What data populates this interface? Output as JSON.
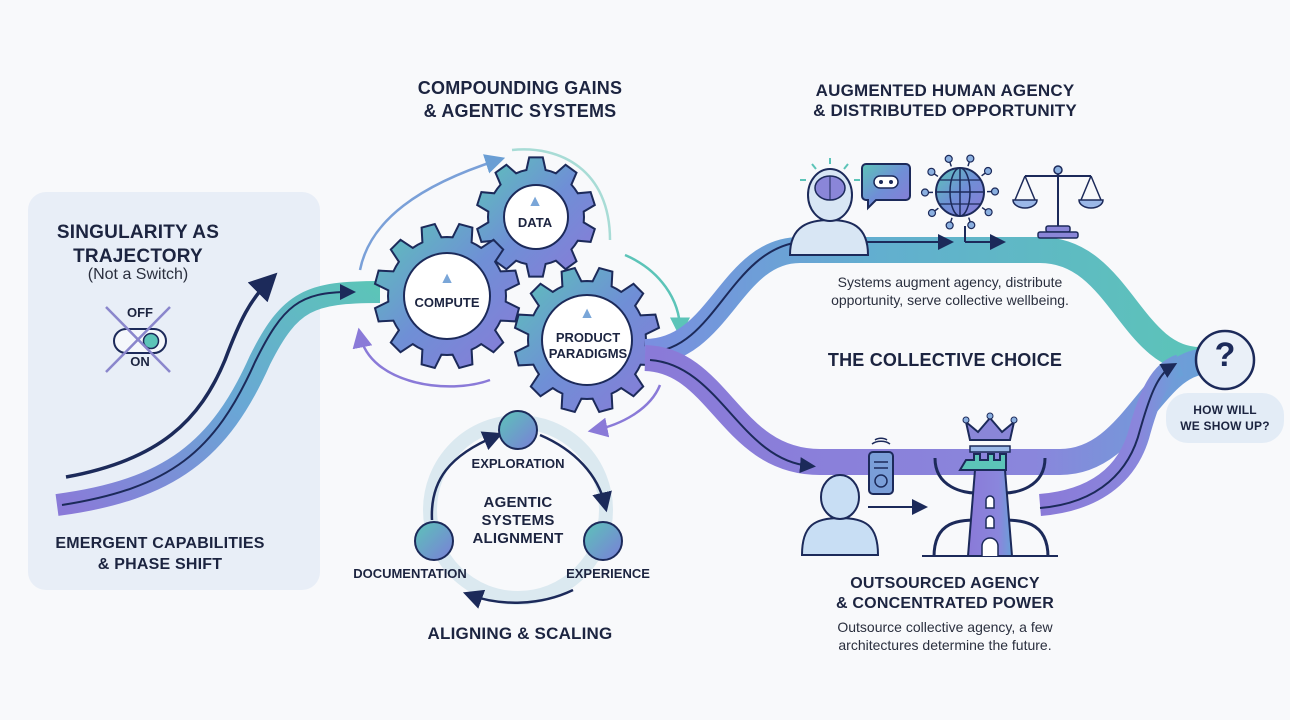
{
  "left_panel": {
    "title_line1": "SINGULARITY AS",
    "title_line2": "TRAJECTORY",
    "subtitle": "(Not a Switch)",
    "switch_off": "OFF",
    "switch_on": "ON",
    "footer_line1": "EMERGENT CAPABILITIES",
    "footer_line2": "& PHASE SHIFT"
  },
  "gears_section": {
    "title_line1": "COMPOUNDING GAINS",
    "title_line2": "& AGENTIC SYSTEMS",
    "gears": [
      {
        "label": "DATA"
      },
      {
        "label": "COMPUTE"
      },
      {
        "label_line1": "PRODUCT",
        "label_line2": "PARADIGMS"
      }
    ]
  },
  "cycle": {
    "center_line1": "AGENTIC",
    "center_line2": "SYSTEMS",
    "center_line3": "ALIGNMENT",
    "nodes": [
      "EXPLORATION",
      "EXPERIENCE",
      "DOCUMENTATION"
    ],
    "caption": "ALIGNING & SCALING"
  },
  "upper_path": {
    "title_line1": "AUGMENTED HUMAN AGENCY",
    "title_line2": "& DISTRIBUTED OPPORTUNITY",
    "desc_line1": "Systems augment agency, distribute",
    "desc_line2": "opportunity, serve collective wellbeing.",
    "icons": [
      "person-brain-icon",
      "chatbot-icon",
      "network-globe-icon",
      "scales-icon"
    ]
  },
  "center": {
    "label": "THE COLLECTIVE CHOICE"
  },
  "lower_path": {
    "title_line1": "OUTSOURCED AGENCY",
    "title_line2": "& CONCENTRATED POWER",
    "desc_line1": "Outsource collective agency, a few",
    "desc_line2": "architectures determine the future.",
    "icons": [
      "person-icon",
      "remote-control-icon",
      "crowned-tower-icon"
    ]
  },
  "outcome": {
    "symbol": "?",
    "label_line1": "HOW WILL",
    "label_line2": "WE SHOW UP?"
  },
  "colors": {
    "navy": "#1c2a5a",
    "teal": "#5cc4b8",
    "purple": "#8a7ad8",
    "blue": "#6a9ed4",
    "panel": "#e8eef7"
  }
}
